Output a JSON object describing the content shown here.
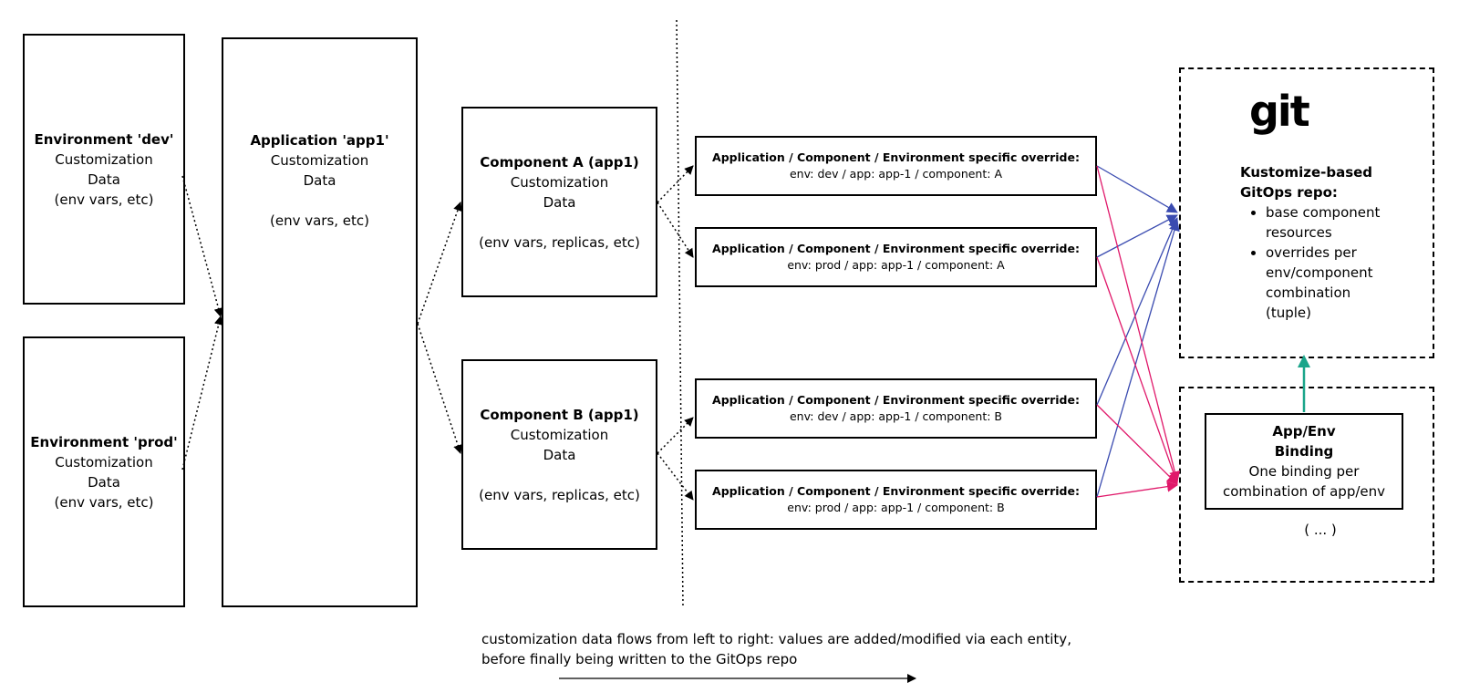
{
  "environments": [
    {
      "title": "Environment 'dev'",
      "line1": "Customization",
      "line2": "Data",
      "line3": "(env vars, etc)"
    },
    {
      "title": "Environment 'prod'",
      "line1": "Customization",
      "line2": "Data",
      "line3": "(env vars, etc)"
    }
  ],
  "application": {
    "title": "Application 'app1'",
    "line1": "Customization",
    "line2": "Data",
    "line3": "(env vars, etc)"
  },
  "components": [
    {
      "title": "Component A (app1)",
      "line1": "Customization",
      "line2": "Data",
      "line3": "(env vars, replicas, etc)"
    },
    {
      "title": "Component B (app1)",
      "line1": "Customization",
      "line2": "Data",
      "line3": "(env vars, replicas, etc)"
    }
  ],
  "overrides": [
    {
      "title": "Application / Component / Environment specific override:",
      "detail": "env: dev / app: app-1 / component: A"
    },
    {
      "title": "Application / Component / Environment specific override:",
      "detail": "env: prod / app: app-1 / component: A"
    },
    {
      "title": "Application / Component / Environment specific override:",
      "detail": "env: dev / app: app-1 / component: B"
    },
    {
      "title": "Application / Component / Environment specific override:",
      "detail": "env: prod / app: app-1 / component: B"
    }
  ],
  "gitops_repo": {
    "logo_text": "git",
    "title_line1": "Kustomize-based",
    "title_line2": "GitOps repo:",
    "bullets": [
      "base component resources",
      "overrides per env/component combination (tuple)"
    ]
  },
  "binding": {
    "title_line1": "App/Env",
    "title_line2": "Binding",
    "line1": "One binding  per",
    "line2": "combination of app/env",
    "ellipsis": "( ... )"
  },
  "caption": {
    "line1": "customization data flows from left to right: values are added/modified via each entity,",
    "line2": "before finally being written to the GitOps repo"
  },
  "colors": {
    "blue_arrow": "#3a4bb0",
    "pink_arrow": "#e0186a",
    "green_arrow": "#1aa58a"
  }
}
